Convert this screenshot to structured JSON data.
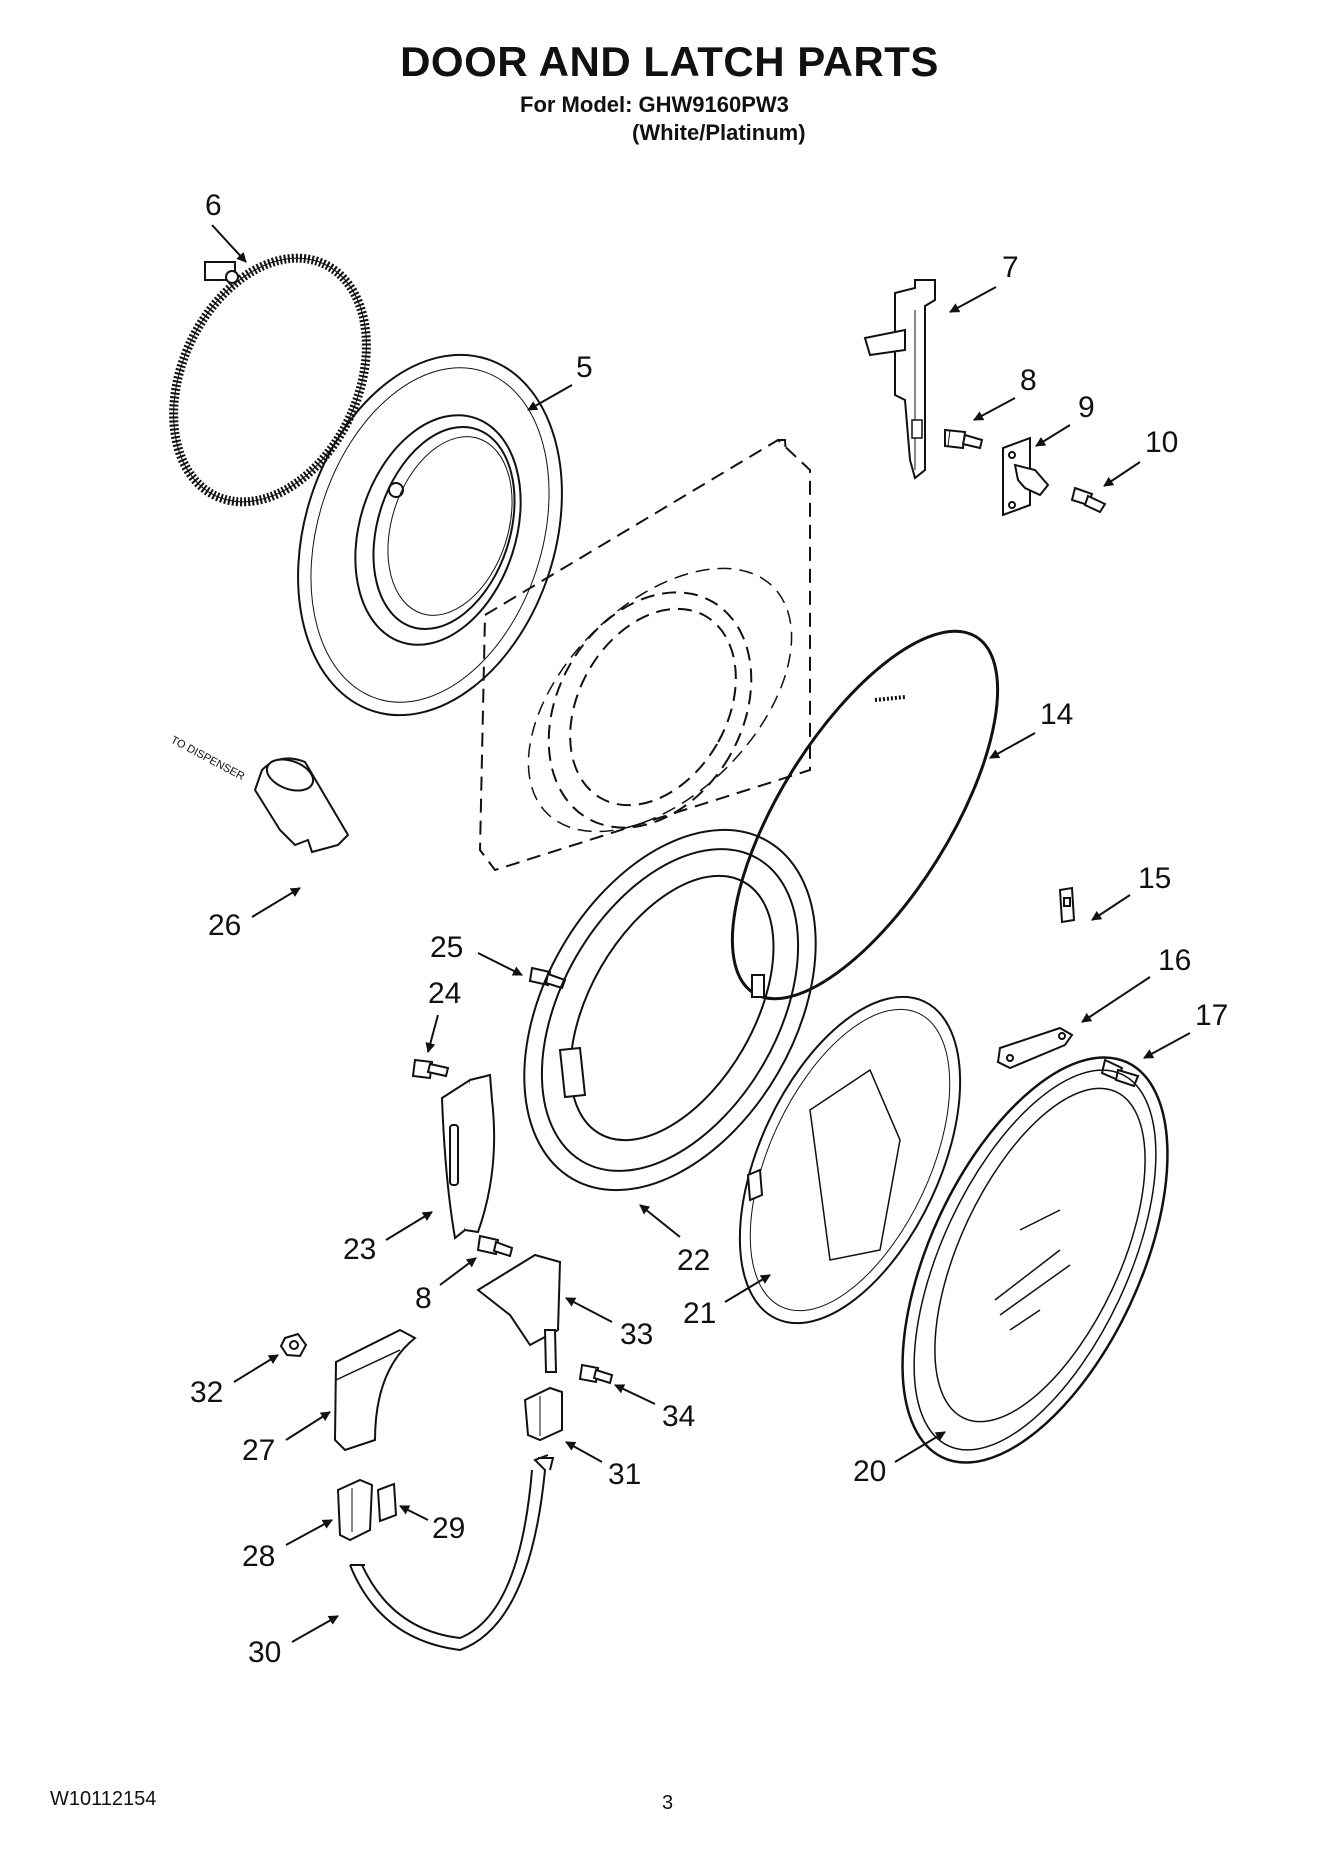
{
  "header": {
    "title": "DOOR AND LATCH PARTS",
    "model": "For Model: GHW9160PW3",
    "variant": "(White/Platinum)"
  },
  "diagram": {
    "note_to_dispenser": "TO DISPENSER",
    "callouts": [
      "6",
      "5",
      "7",
      "8",
      "9",
      "10",
      "14",
      "15",
      "16",
      "17",
      "26",
      "25",
      "24",
      "23",
      "22",
      "21",
      "20",
      "8",
      "33",
      "32",
      "27",
      "34",
      "31",
      "28",
      "29",
      "30"
    ]
  },
  "footer": {
    "doc_number": "W10112154",
    "page_number": "3"
  }
}
